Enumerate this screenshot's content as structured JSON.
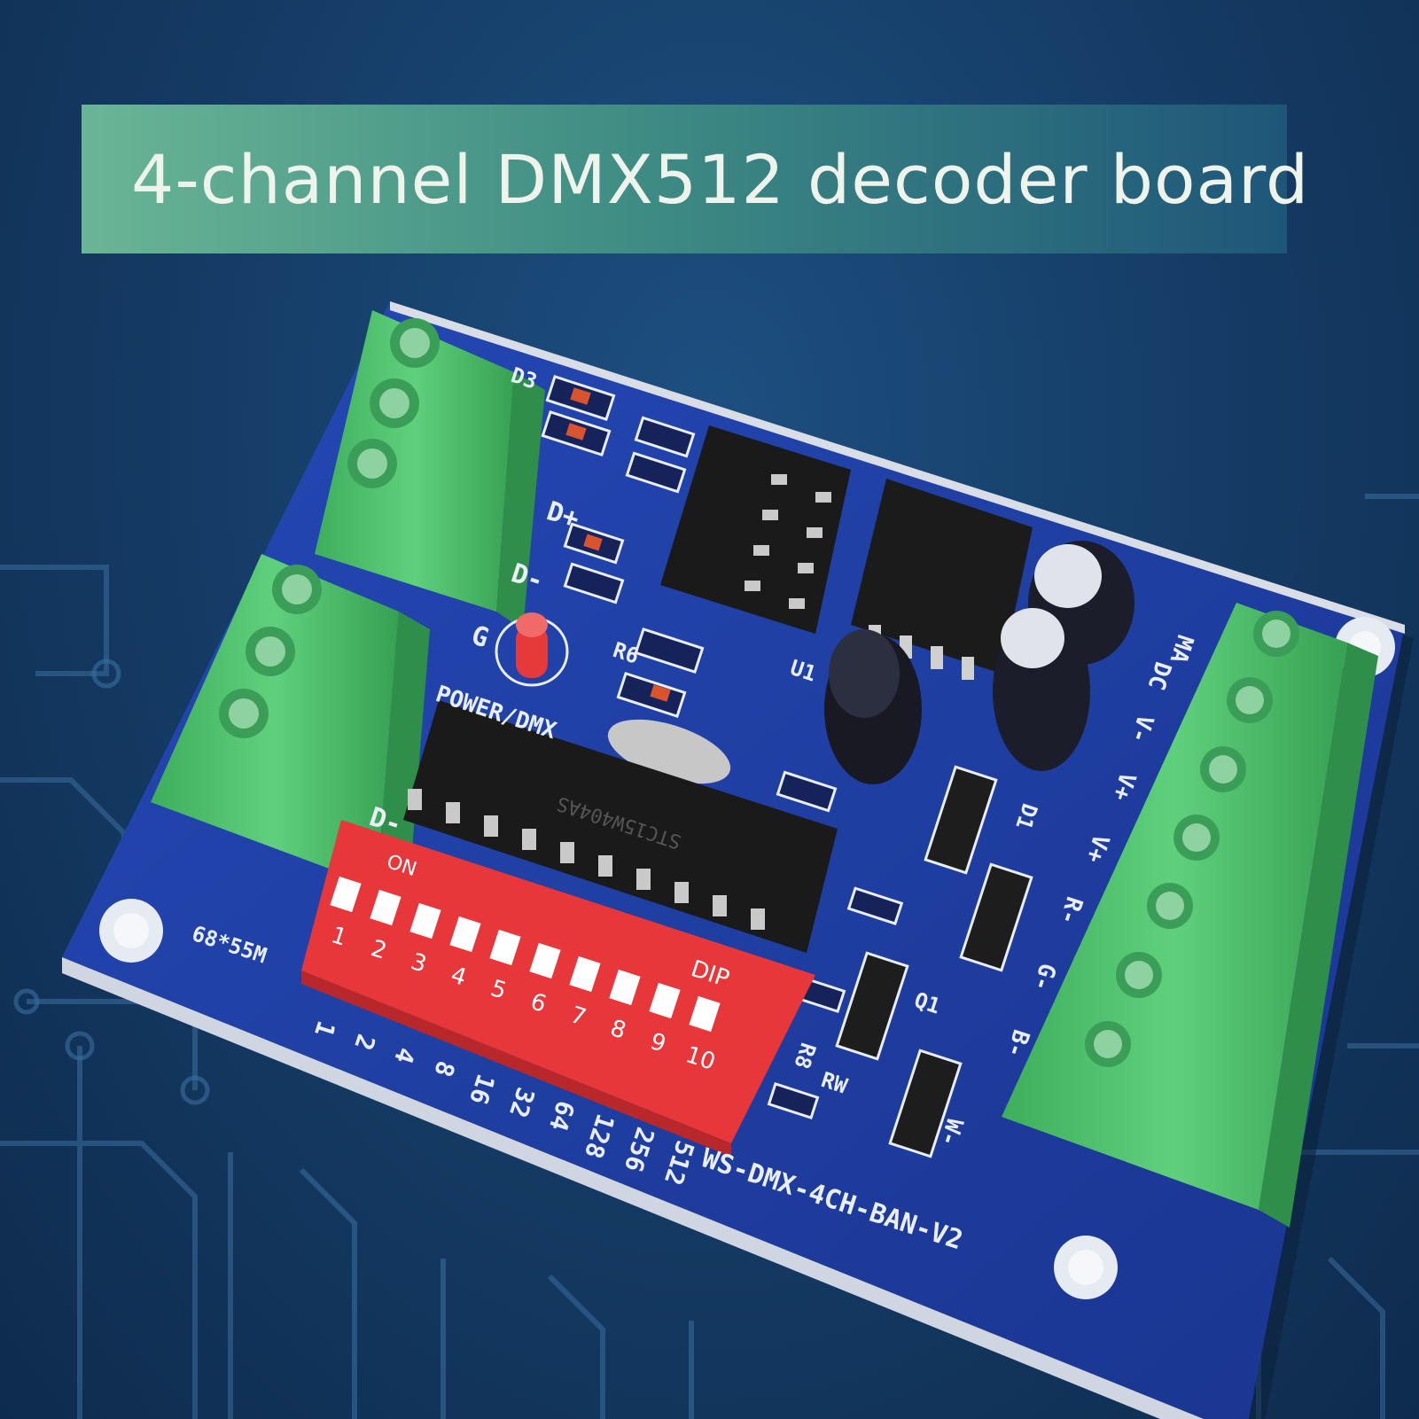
{
  "title": "4-channel DMX512 decoder board",
  "colors": {
    "background": "#153c66",
    "banner_start": "#6ab596",
    "banner_end": "#1e5679",
    "pcb": "#1f3fa8",
    "terminal": "#4cc06a",
    "dip_switch": "#e8373a",
    "chip": "#1a1a1a",
    "led": "#e6393a"
  },
  "board": {
    "model_label": "WS-DMX-4CH-BAN-V2",
    "size_label": "68*55M",
    "power_label": "POWER/DMX",
    "left_labels": [
      "D+",
      "D-",
      "G",
      "D-"
    ],
    "right_labels": [
      "MA",
      "DC",
      "V-",
      "V+",
      "V+",
      "R-",
      "G-",
      "B-",
      "W-"
    ],
    "component_labels": [
      "D3",
      "R6",
      "U1",
      "R8",
      "RW",
      "D1",
      "Q1"
    ]
  },
  "dip_switch": {
    "on_label": "ON",
    "dip_label": "DIP",
    "positions": [
      "1",
      "2",
      "3",
      "4",
      "5",
      "6",
      "7",
      "8",
      "9",
      "10"
    ],
    "address_weights": [
      "1",
      "2",
      "4",
      "8",
      "16",
      "32",
      "64",
      "128",
      "256",
      "512"
    ]
  },
  "chip_marking": "STC15W404AS"
}
